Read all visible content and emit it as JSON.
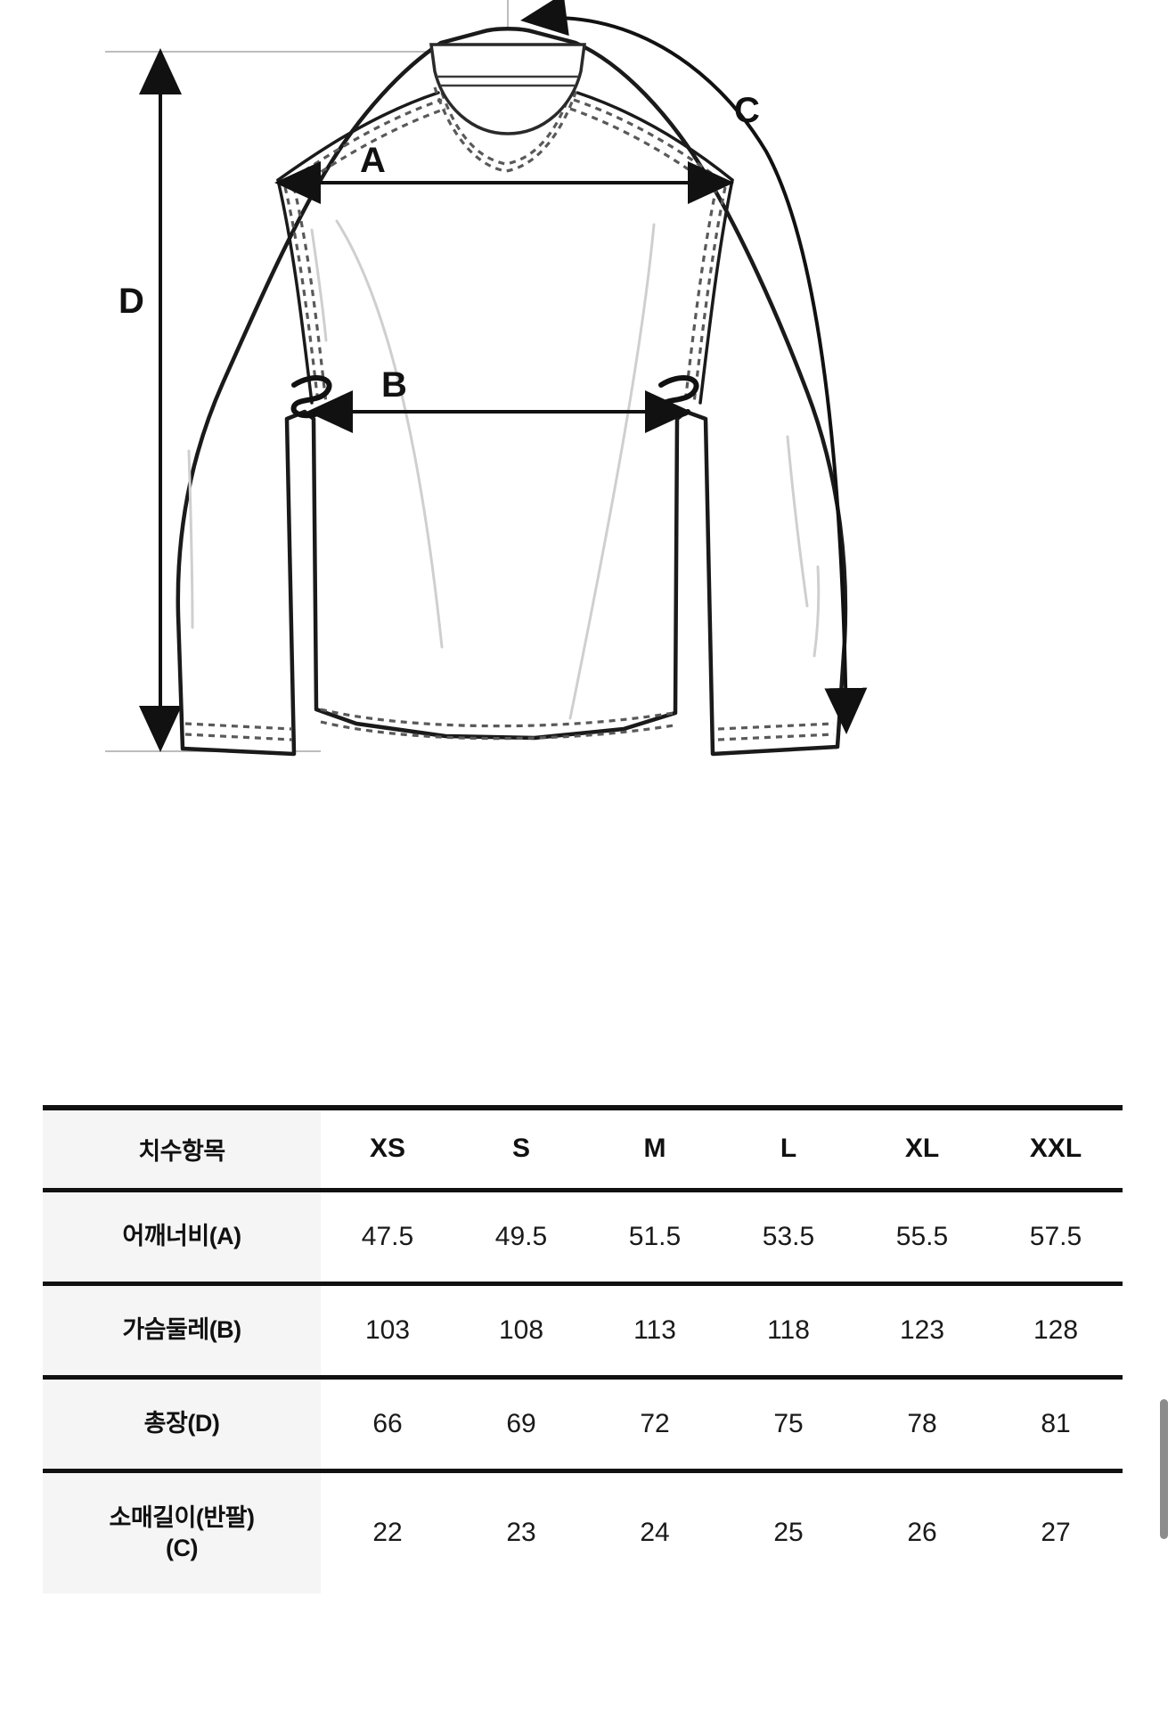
{
  "diagram": {
    "title": "garment-measurement-diagram",
    "labels": {
      "a": "A",
      "b": "B",
      "c": "C",
      "d": "D"
    },
    "colors": {
      "outline": "#1a1a1a",
      "stitch": "#5a5a5a",
      "guide": "#b5b5b5",
      "fold": "#cccccc"
    }
  },
  "table": {
    "header": {
      "label": "치수항목",
      "sizes": [
        "XS",
        "S",
        "M",
        "L",
        "XL",
        "XXL"
      ]
    },
    "rows": [
      {
        "label": "어깨너비(A)",
        "label_line1": "어깨너비(A)",
        "label_line2": "",
        "values": [
          "47.5",
          "49.5",
          "51.5",
          "53.5",
          "55.5",
          "57.5"
        ]
      },
      {
        "label": "가슴둘레(B)",
        "label_line1": "가슴둘레(B)",
        "label_line2": "",
        "values": [
          "103",
          "108",
          "113",
          "118",
          "123",
          "128"
        ]
      },
      {
        "label": "총장(D)",
        "label_line1": "총장(D)",
        "label_line2": "",
        "values": [
          "66",
          "69",
          "72",
          "75",
          "78",
          "81"
        ]
      },
      {
        "label": "소매길이(반팔)(C)",
        "label_line1": "소매길이(반팔)",
        "label_line2": "(C)",
        "values": [
          "22",
          "23",
          "24",
          "25",
          "26",
          "27"
        ]
      }
    ]
  },
  "scrollbar": {
    "name": "vertical-scrollbar",
    "color": "#8c8c8c"
  }
}
